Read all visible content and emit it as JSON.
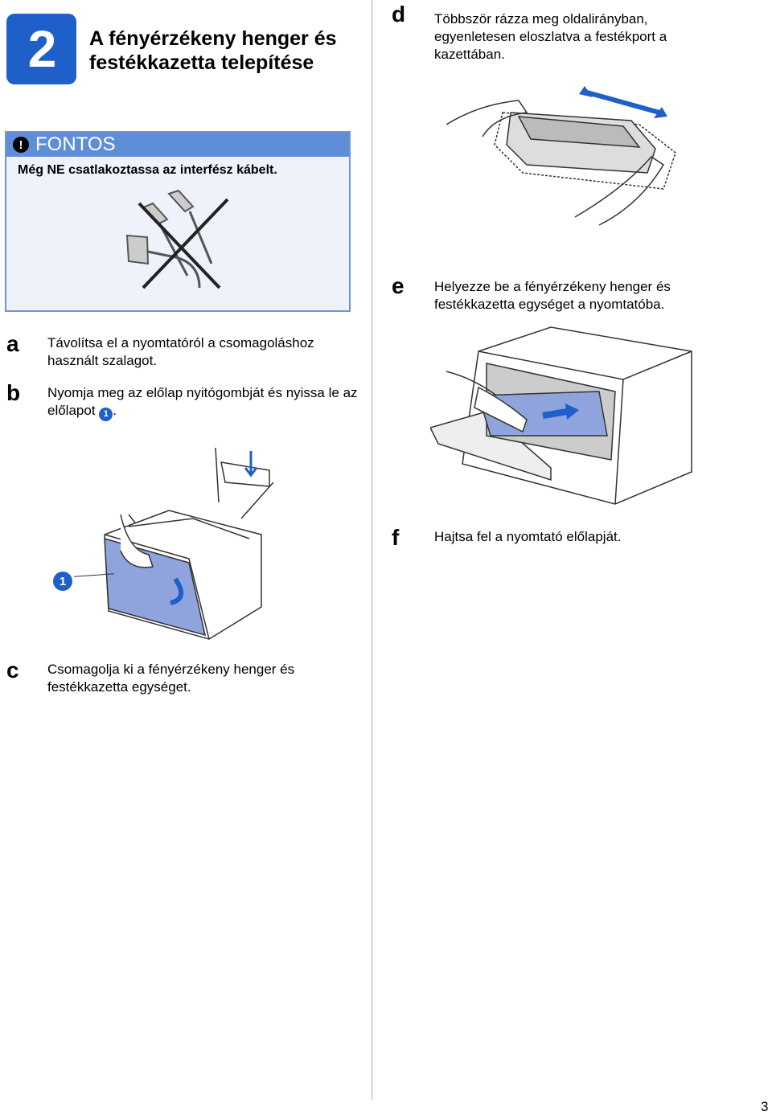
{
  "step": {
    "number": "2",
    "title": "A fényérzékeny henger és festékkazetta telepítése"
  },
  "important": {
    "icon": "!",
    "label": "FONTOS",
    "text": "Még NE csatlakoztassa az interfész kábelt."
  },
  "steps": {
    "a": {
      "letter": "a",
      "text": "Távolítsa el a nyomtatóról a csomagoláshoz használt szalagot."
    },
    "b": {
      "letter": "b",
      "text_before": "Nyomja meg az előlap nyitógombját és nyissa le az előlapot ",
      "ref": "1",
      "text_after": "."
    },
    "c": {
      "letter": "c",
      "text": "Csomagolja ki a fényérzékeny henger és festékkazetta egységet."
    },
    "d": {
      "letter": "d",
      "text": "Többször rázza meg oldalirányban, egyenletesen eloszlatva a festékport a kazettában."
    },
    "e": {
      "letter": "e",
      "text": "Helyezze be a fényérzékeny henger és festékkazetta egységet a nyomtatóba."
    },
    "f": {
      "letter": "f",
      "text": "Hajtsa fel a nyomtató előlapját."
    }
  },
  "callout": "1",
  "page_number": "3",
  "colors": {
    "accent": "#1f5fc9",
    "light_accent": "#5f8ed8",
    "part_fill": "#8fa3dd"
  }
}
